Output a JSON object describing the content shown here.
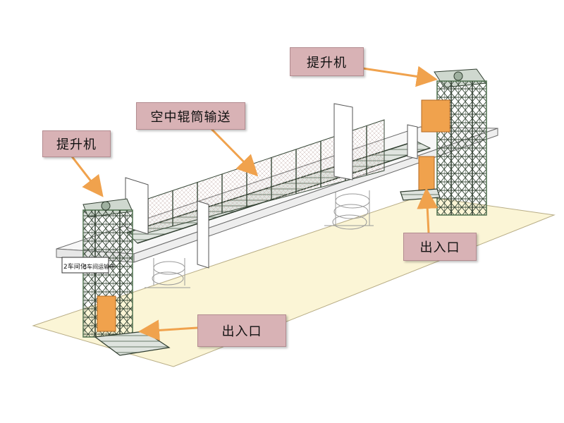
{
  "labels": {
    "lift_right": "提升机",
    "lift_left": "提升机",
    "conveyor": "空中辊筒输送",
    "exit_right": "出入口",
    "exit_left": "出入口"
  },
  "sign": {
    "left_text": "2车间化",
    "right_text": "3车间运输中"
  },
  "colors": {
    "label_fill": "#d8b2b5",
    "floor_fill": "#fbf5d6",
    "arrow": "#f0a24d",
    "cargo": "#f0a24d",
    "frame_dark": "#3a4a3a",
    "frame_green": "#5e8a5e"
  }
}
